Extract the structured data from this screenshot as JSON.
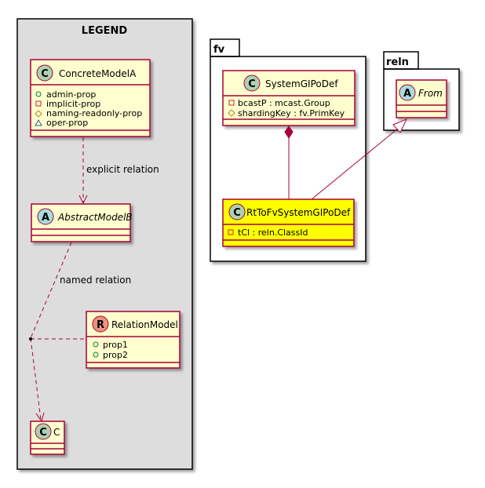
{
  "colors": {
    "class_fill": "#FEFECE",
    "class_border": "#A80036",
    "highlight_fill": "#FFFF00",
    "circle_class": "#ADD1B2",
    "circle_abstract": "#A9DCDF",
    "circle_relation": "#EB937F",
    "legend_bg": "#DDDDDD"
  },
  "legend": {
    "title": "LEGEND",
    "concrete": {
      "stereo": "C",
      "name": "ConcreteModelA",
      "props": [
        {
          "vis": "circle-outline",
          "text": "admin-prop"
        },
        {
          "vis": "square-outline",
          "text": "implicit-prop"
        },
        {
          "vis": "diamond-outline",
          "text": "naming-readonly-prop"
        },
        {
          "vis": "triangle-outline",
          "text": "oper-prop"
        }
      ]
    },
    "explicit_label": "explicit relation",
    "abstract": {
      "stereo": "A",
      "name": "AbstractModelB"
    },
    "named_label": "named relation",
    "relation": {
      "stereo": "R",
      "name": "RelationModel",
      "props": [
        {
          "vis": "circle-outline",
          "text": "prop1"
        },
        {
          "vis": "circle-outline",
          "text": "prop2"
        }
      ]
    },
    "c": {
      "stereo": "C",
      "name": "C"
    }
  },
  "fv": {
    "name": "fv",
    "system": {
      "stereo": "C",
      "name": "SystemGIPoDef",
      "props": [
        {
          "vis": "square-outline",
          "text": "bcastP : mcast.Group"
        },
        {
          "vis": "diamond-outline",
          "text": "shardingKey : fv.PrimKey"
        }
      ]
    },
    "rt": {
      "stereo": "C",
      "name": "RtToFvSystemGIPoDef",
      "props": [
        {
          "vis": "square-outline",
          "text": "tCl : reln.ClassId"
        }
      ]
    }
  },
  "reln": {
    "name": "reln",
    "from": {
      "stereo": "A",
      "name": "From"
    }
  }
}
